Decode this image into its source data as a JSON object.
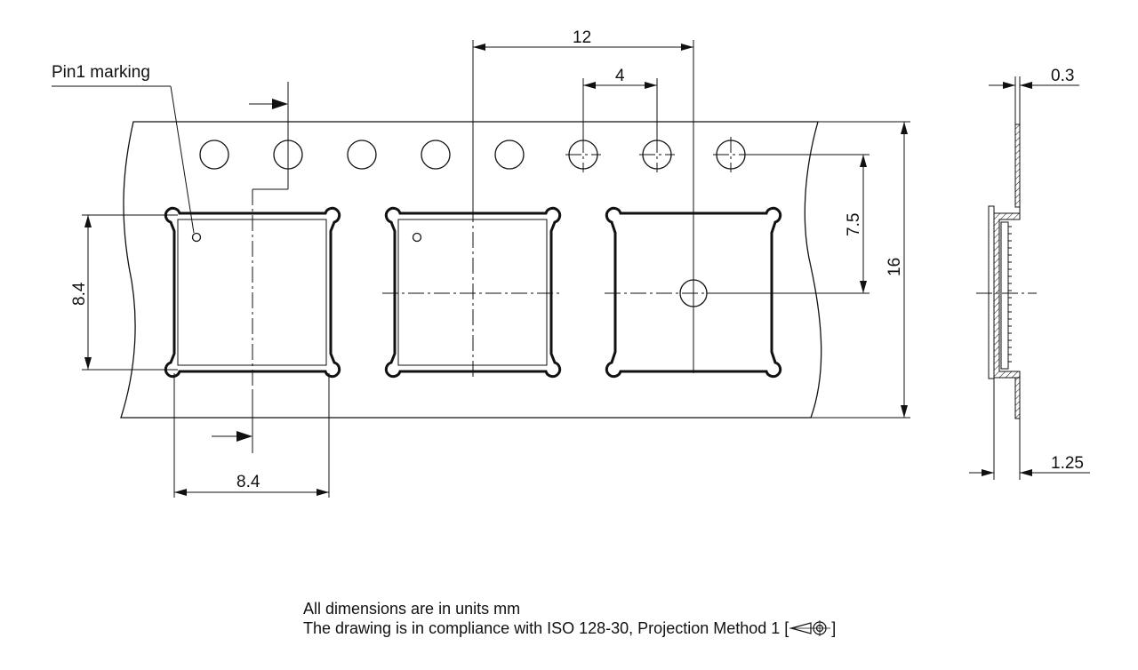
{
  "labels": {
    "pin1_marking": "Pin1 marking",
    "dim_pitch": "12",
    "dim_hole_pitch": "4",
    "dim_thickness": "0.3",
    "dim_row_offset": "7.5",
    "dim_tape_width": "16",
    "dim_pocket_height": "8.4",
    "dim_pocket_width": "8.4",
    "dim_cover_height": "1.25"
  },
  "notes": {
    "line1": "All dimensions are in units mm",
    "line2_prefix": "The drawing is in compliance with ISO 128-30, Projection Method 1 [",
    "line2_suffix": "]"
  }
}
